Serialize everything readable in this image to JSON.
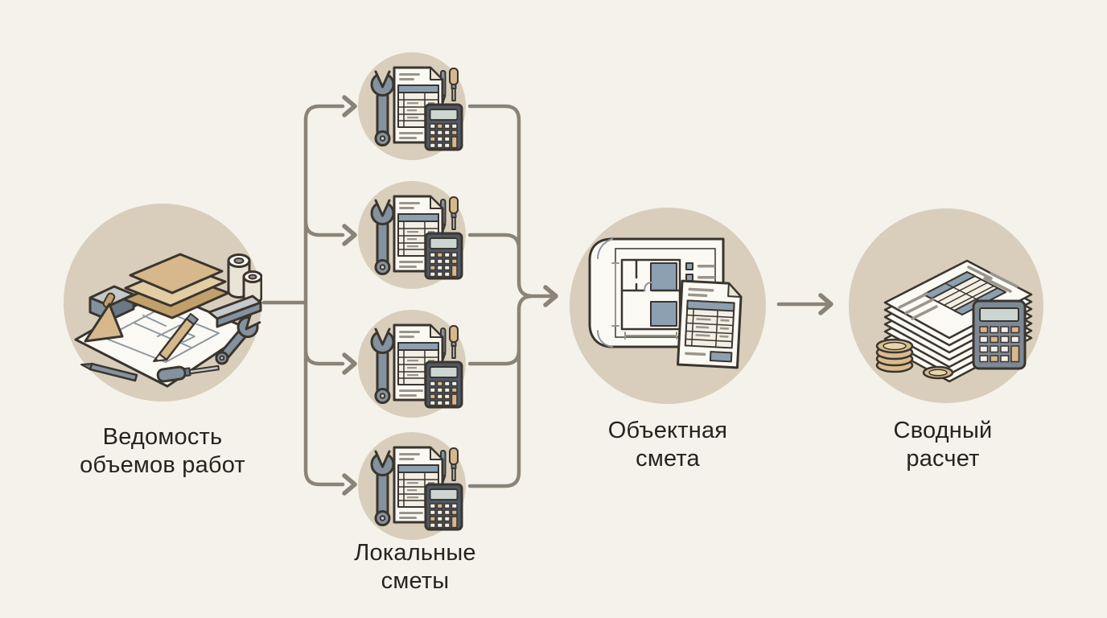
{
  "diagram": {
    "type": "flowchart",
    "direction": "left-to-right",
    "nodes": [
      {
        "id": "bill-of-quantities",
        "label": "Ведомость\nобъемов работ",
        "icon": "construction-materials-blueprint-icon"
      },
      {
        "id": "local-estimates",
        "label": "Локальные\nсметы",
        "icon": "estimate-sheet-calculator-icon",
        "instances": 4
      },
      {
        "id": "object-estimate",
        "label": "Объектная\nсмета",
        "icon": "blueprint-estimate-document-icon"
      },
      {
        "id": "summary-calculation",
        "label": "Сводный\nрасчет",
        "icon": "paper-stack-coins-calculator-icon"
      }
    ],
    "edges": [
      {
        "from": "bill-of-quantities",
        "to": "local-estimates",
        "style": "split-into-4-arrows"
      },
      {
        "from": "local-estimates",
        "to": "object-estimate",
        "style": "merge-4-into-1-arrow"
      },
      {
        "from": "object-estimate",
        "to": "summary-calculation",
        "style": "single-arrow"
      }
    ],
    "colors": {
      "bg": "#f4f2ea",
      "circle": "#d8cebb",
      "outline": "#3a352e",
      "connector": "#8b8377",
      "paper": "#fbf9f3",
      "paper2": "#f3efe5",
      "shade": "#eae4d6",
      "slate": "#8da0b1",
      "metal": "#8492a0",
      "metal2": "#c3c6c8",
      "metal_d": "#6b7886",
      "metal_l": "#c6c9ca",
      "wood": "#d6b88c",
      "wood_l": "#e3cda4",
      "wood_d": "#c2a06b",
      "calc": "#4e5866",
      "calc_l": "#7e8997",
      "screen": "#ccd5cf",
      "btn_w": "#f2f0e9",
      "btn_t": "#d8b88c",
      "coin": "#d9bc8e",
      "coin_l": "#e8d4ae",
      "line": "#9a958b",
      "plan": "#8d97a0",
      "label_text": "#26231e"
    }
  }
}
